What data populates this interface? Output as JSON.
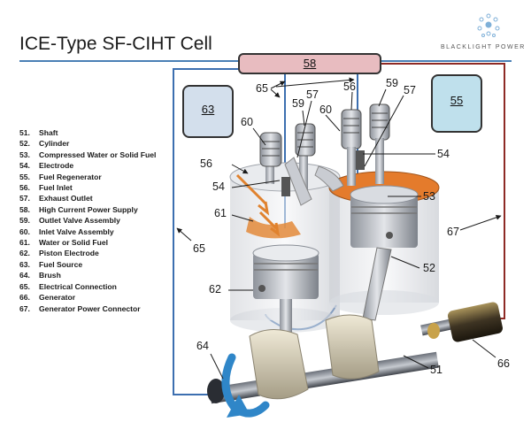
{
  "title": "ICE-Type SF-CIHT Cell",
  "logo": {
    "text": "BLACKLIGHT POWER"
  },
  "legend": [
    {
      "num": "51.",
      "label": "Shaft"
    },
    {
      "num": "52.",
      "label": "Cylinder"
    },
    {
      "num": "53.",
      "label": "Compressed Water or Solid Fuel"
    },
    {
      "num": "54.",
      "label": "Electrode"
    },
    {
      "num": "55.",
      "label": "Fuel Regenerator"
    },
    {
      "num": "56.",
      "label": "Fuel Inlet"
    },
    {
      "num": "57.",
      "label": "Exhaust Outlet"
    },
    {
      "num": "58.",
      "label": "High Current Power Supply"
    },
    {
      "num": "59.",
      "label": "Outlet Valve Assembly"
    },
    {
      "num": "60.",
      "label": "Inlet Valve Assembly"
    },
    {
      "num": "61.",
      "label": "Water or Solid Fuel"
    },
    {
      "num": "62.",
      "label": "Piston Electrode"
    },
    {
      "num": "63.",
      "label": "Fuel Source"
    },
    {
      "num": "64.",
      "label": "Brush"
    },
    {
      "num": "65.",
      "label": "Electrical Connection"
    },
    {
      "num": "66.",
      "label": "Generator"
    },
    {
      "num": "67.",
      "label": "Generator Power Connector"
    }
  ],
  "boxes": {
    "b58": "58",
    "b63": "63",
    "b55": "55"
  },
  "callouts": {
    "c65a": "65",
    "c56a": "56",
    "c59a": "59",
    "c57a": "57",
    "c59b": "59",
    "c57b": "57",
    "c60a": "60",
    "c60b": "60",
    "c54a": "54",
    "c56b": "56",
    "c54b": "54",
    "c53": "53",
    "c61": "61",
    "c65b": "65",
    "c67": "67",
    "c62": "62",
    "c52": "52",
    "c64": "64",
    "c51": "51",
    "c66": "66"
  }
}
